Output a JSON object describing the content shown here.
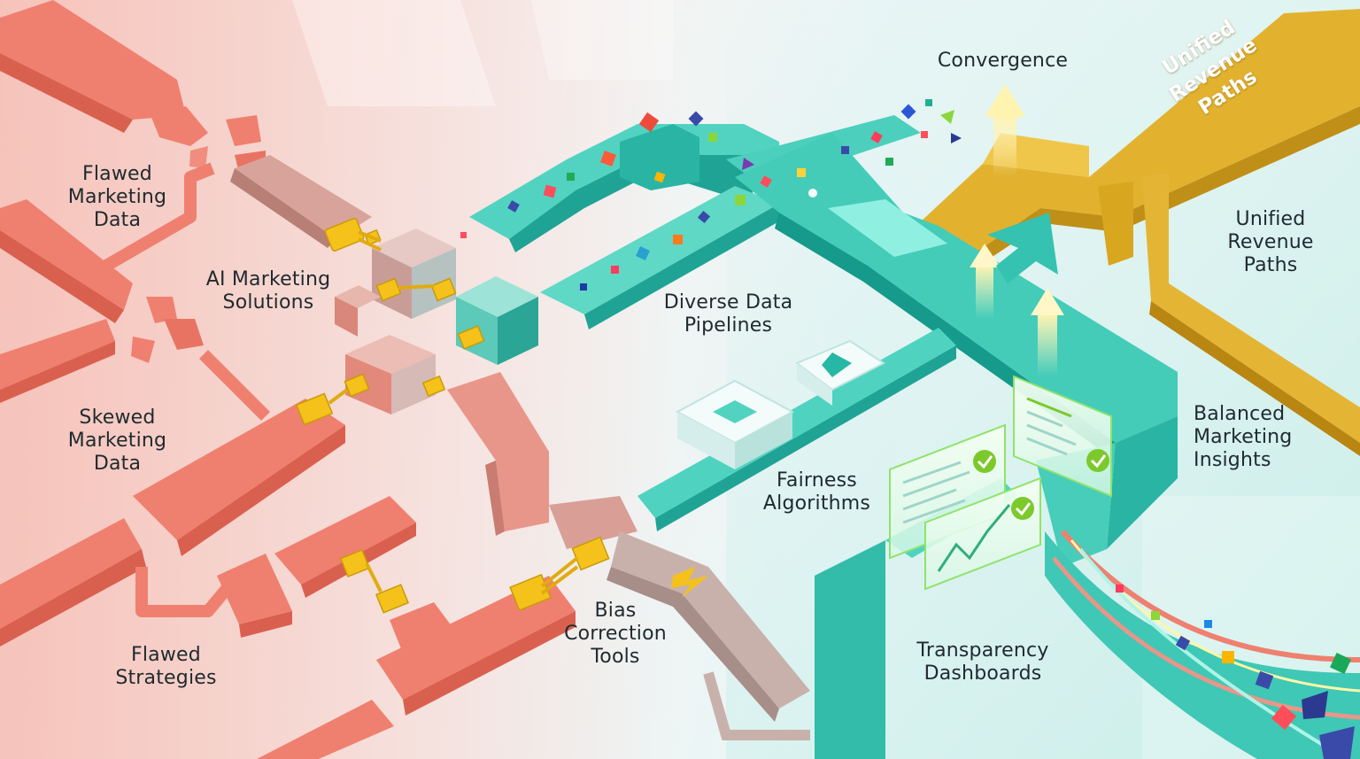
{
  "labels": {
    "flawed_marketing_data": "Flawed\nMarketing\nData",
    "ai_marketing_solutions": "AI Marketing\nSolutions",
    "skewed_marketing_data": "Skewed\nMarketing\nData",
    "flawed_strategies": "Flawed\nStrategies",
    "bias_correction_tools": "Bias\nCorrection\nTools",
    "diverse_data_pipelines": "Diverse Data\nPipelines",
    "fairness_algorithms": "Fairness\nAlgorithms",
    "transparency_dashboards": "Transparency\nDashboards",
    "convergence": "Convergence",
    "unified_revenue_paths_banner": "Unified Revenue\nPaths",
    "unified_revenue_paths": "Unified\nRevenue\nPaths",
    "balanced_marketing_insights": "Balanced\nMarketing\nInsights"
  },
  "colors": {
    "flawed_pipe": "#ef8070",
    "flawed_pipe_dark": "#d9604f",
    "teal_pipe": "#3cc9b7",
    "teal_pipe_dark": "#1fa395",
    "gold_pipe": "#e2b22f",
    "gold_pipe_dark": "#c08f17",
    "connector": "#f4c21a",
    "check": "#7cc92c"
  },
  "icons": [
    "cube-connector-icon",
    "checkmark-icon",
    "arrow-up-icon",
    "chart-icon",
    "diamond-icon",
    "square-node-icon"
  ]
}
